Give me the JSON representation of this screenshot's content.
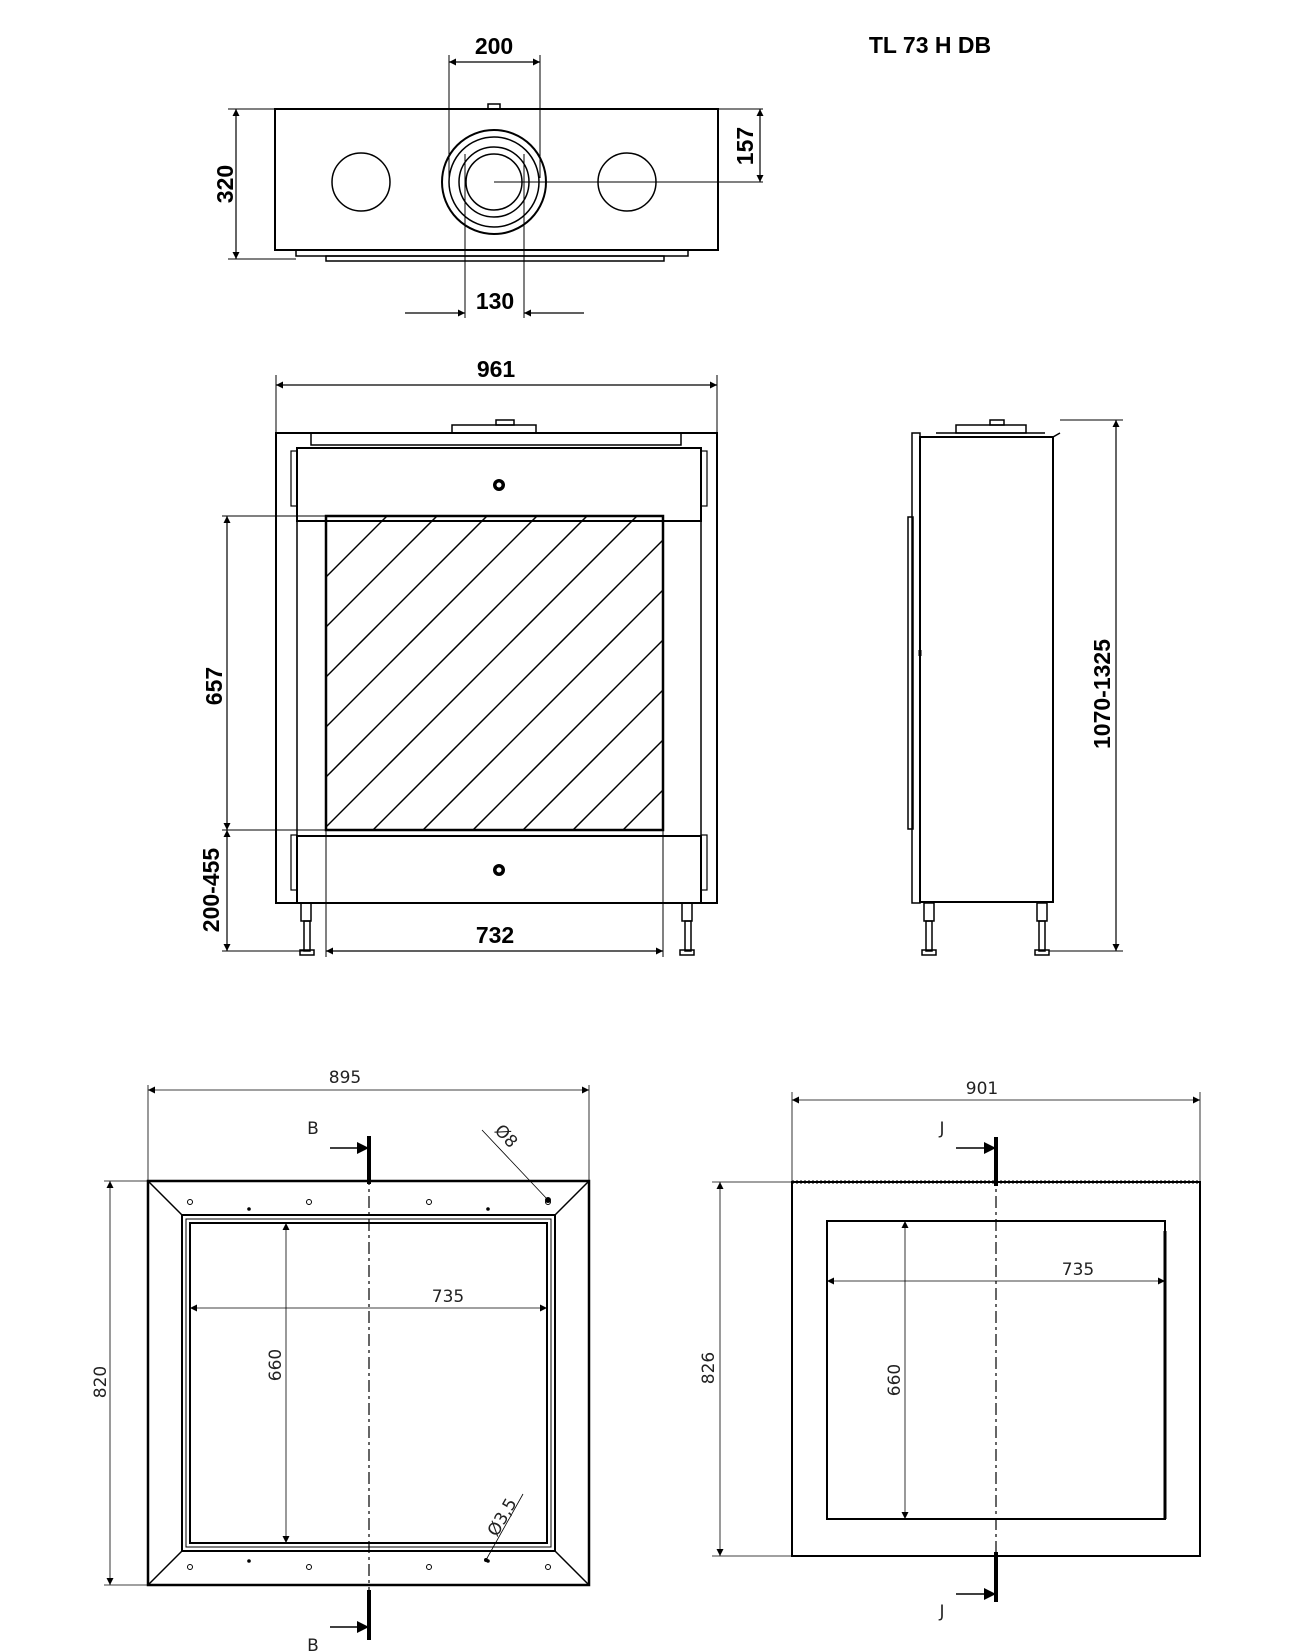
{
  "model": "TL 73 H DB",
  "top_view": {
    "dim_width": "200",
    "dim_height": "320",
    "dim_offset": "157",
    "dim_flue": "130"
  },
  "front_view": {
    "dim_width": "961",
    "dim_glass_height": "657",
    "dim_base_height": "200-455",
    "dim_glass_width": "732"
  },
  "side_view": {
    "dim_height": "1070-1325"
  },
  "frame_b": {
    "dim_outer_width": "895",
    "dim_outer_height": "820",
    "dim_inner_width": "735",
    "dim_inner_height": "660",
    "hole_large": "Ø8",
    "hole_small": "Ø3,5",
    "section": "B"
  },
  "frame_j": {
    "dim_outer_width": "901",
    "dim_outer_height": "826",
    "dim_inner_width": "735",
    "dim_inner_height": "660",
    "section": "J"
  }
}
